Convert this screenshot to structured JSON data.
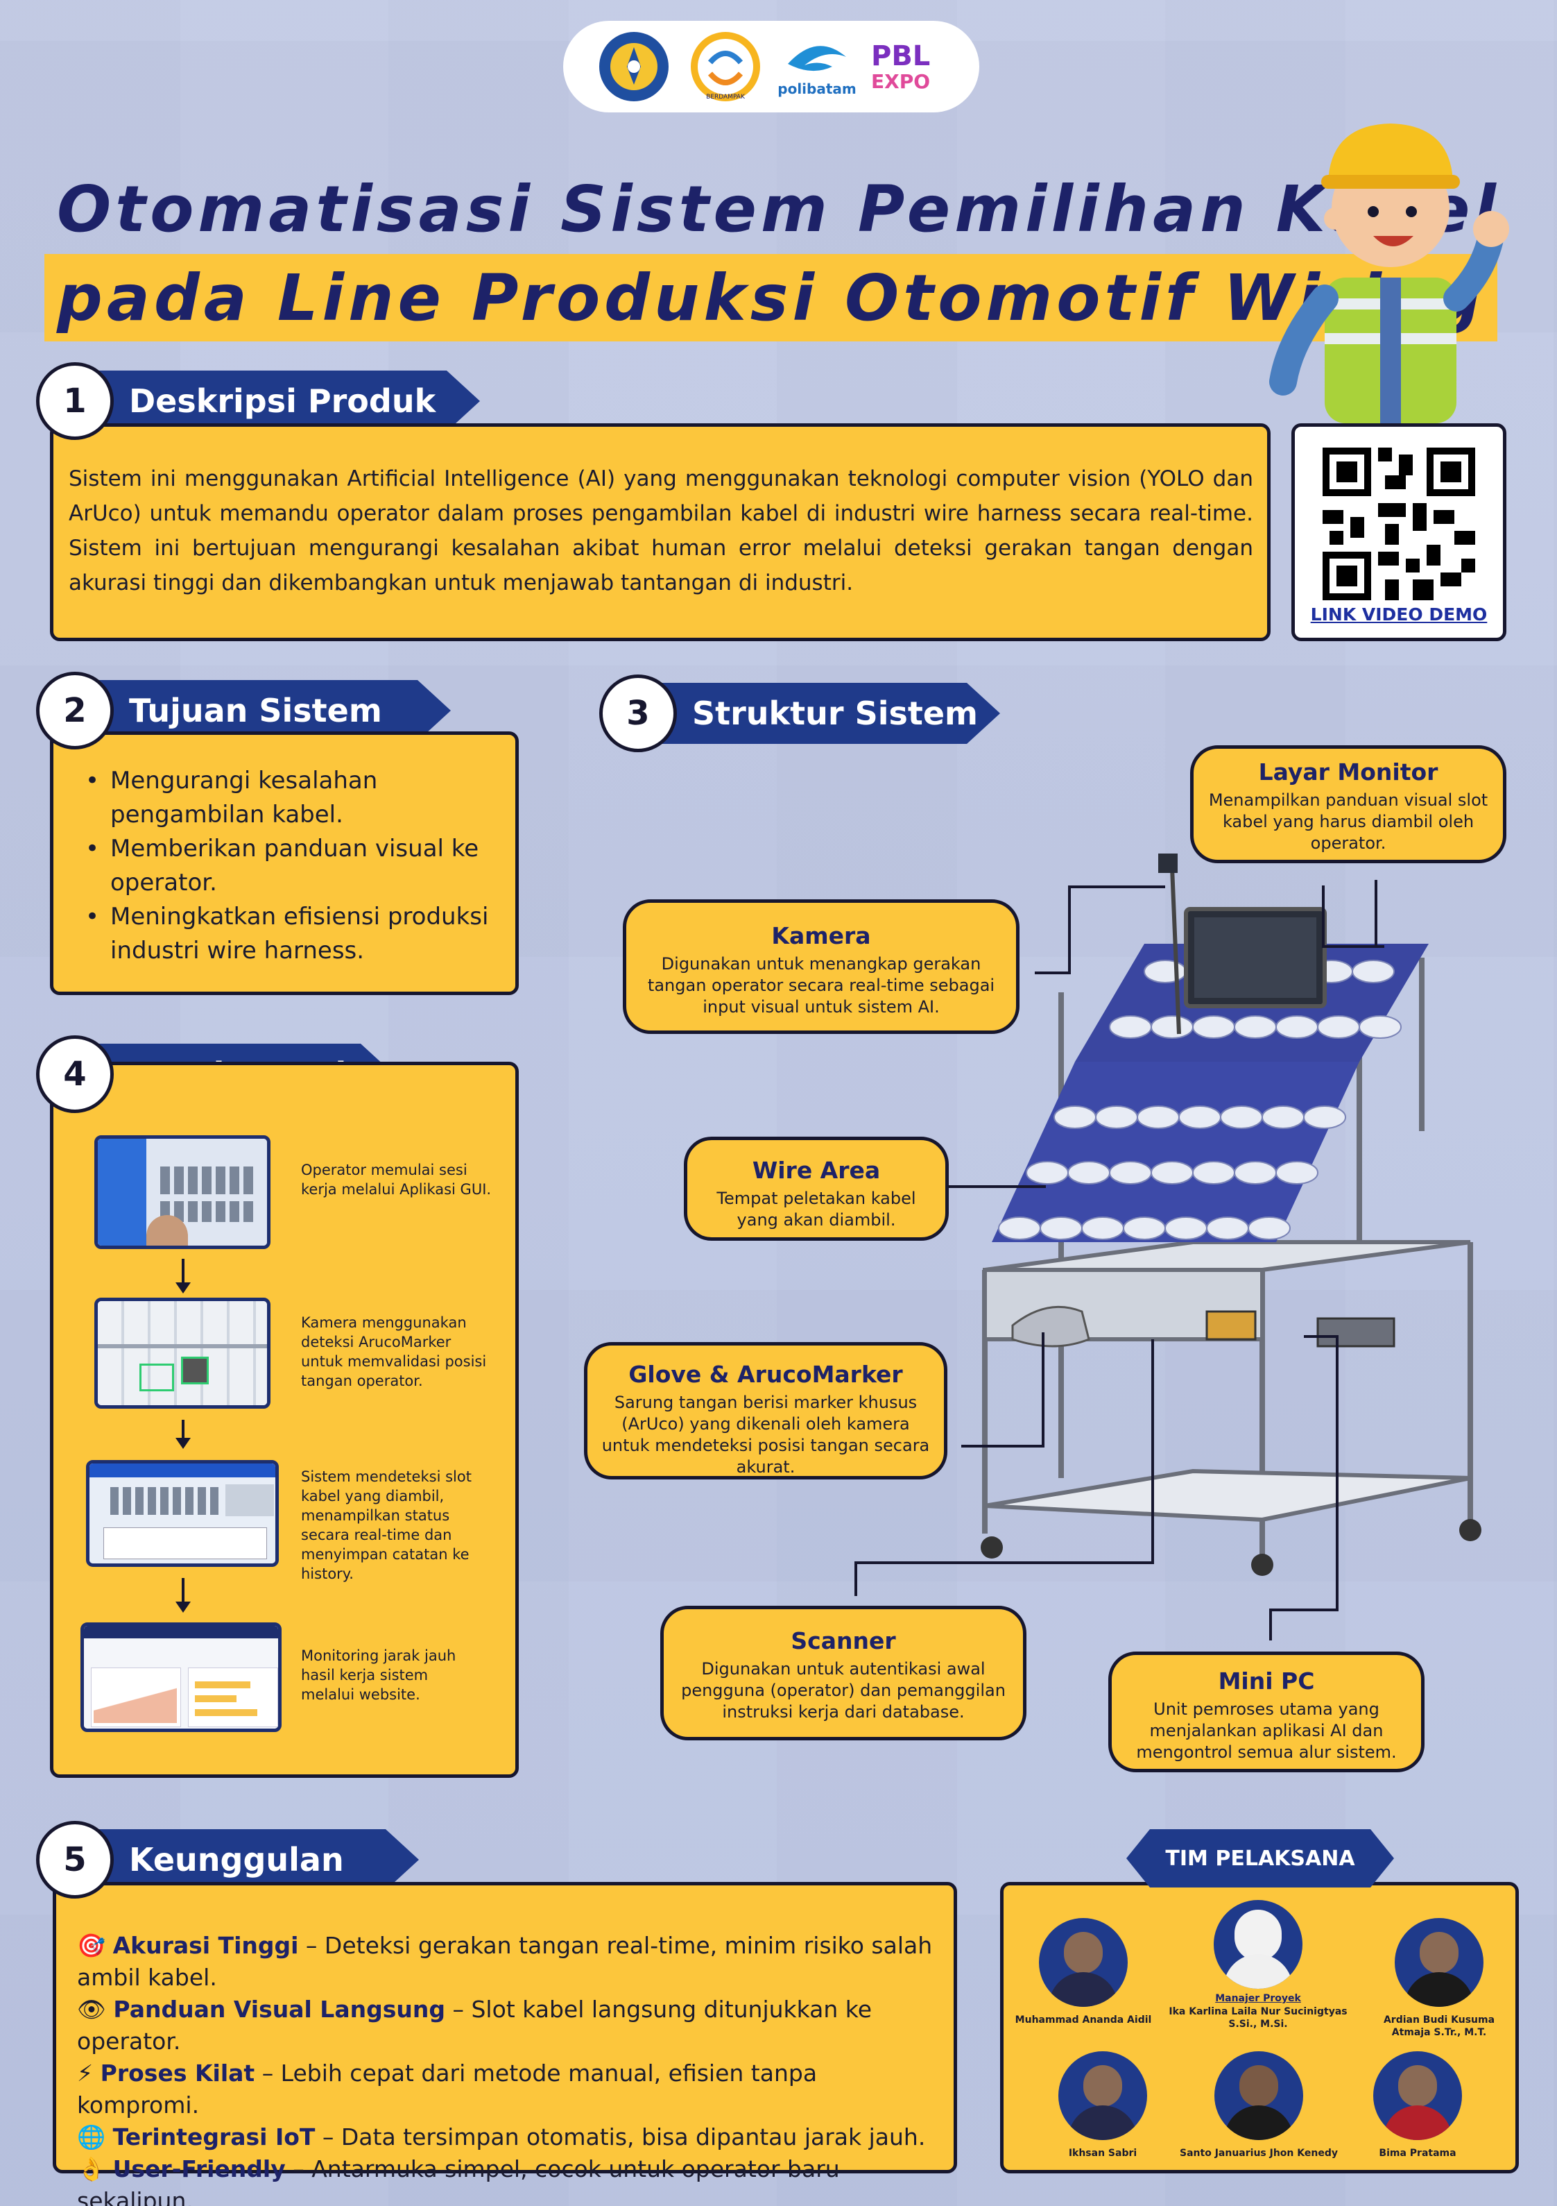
{
  "header": {
    "title_line1": "Otomatisasi Sistem Pemilihan Kabel",
    "title_line2": "pada Line Produksi Otomotif Wiring",
    "logos": [
      "tut-wuri-handayani-logo",
      "diktisaintek-berdampak-logo",
      "polibatam-logo",
      "pbl-expo-logo"
    ],
    "logo_text": {
      "polibatam": "polibatam",
      "diktisaintek": "BERDAMPAK",
      "pbl": "PBL",
      "expo": "EXPO"
    }
  },
  "sections": {
    "s1": {
      "num": "1",
      "title": "Deskripsi Produk"
    },
    "s2": {
      "num": "2",
      "title": "Tujuan Sistem"
    },
    "s3": {
      "num": "3",
      "title": "Struktur Sistem"
    },
    "s4": {
      "num": "4",
      "title": "Alur Kerja"
    },
    "s5": {
      "num": "5",
      "title": "Keunggulan"
    }
  },
  "description": "Sistem ini menggunakan Artificial Intelligence (AI) yang menggunakan teknologi computer vision (YOLO dan ArUco) untuk memandu operator dalam proses pengambilan kabel di industri wire harness secara real-time. Sistem ini bertujuan mengurangi kesalahan akibat human error melalui deteksi gerakan tangan dengan akurasi tinggi dan dikembangkan untuk menjawab tantangan di industri.",
  "qr": {
    "link_label": "LINK VIDEO DEMO"
  },
  "goals": [
    "Mengurangi kesalahan pengambilan kabel.",
    "Memberikan panduan visual ke operator.",
    "Meningkatkan efisiensi produksi industri wire harness."
  ],
  "structure": {
    "monitor": {
      "title": "Layar Monitor",
      "desc": "Menampilkan panduan visual slot kabel yang harus diambil oleh operator."
    },
    "camera": {
      "title": "Kamera",
      "desc": "Digunakan untuk menangkap gerakan tangan operator secara real-time sebagai input visual untuk sistem AI."
    },
    "wire_area": {
      "title": "Wire Area",
      "desc": "Tempat peletakan kabel yang akan diambil."
    },
    "glove": {
      "title": "Glove & ArucoMarker",
      "desc": "Sarung tangan berisi marker khusus (ArUco) yang dikenali oleh kamera untuk mendeteksi posisi tangan secara akurat."
    },
    "scanner": {
      "title": "Scanner",
      "desc": "Digunakan untuk autentikasi awal pengguna (operator) dan pemanggilan instruksi kerja dari database."
    },
    "mini_pc": {
      "title": "Mini PC",
      "desc": "Unit pemroses utama yang menjalankan aplikasi AI dan mengontrol semua alur sistem."
    }
  },
  "workflow": [
    "Operator memulai sesi kerja melalui Aplikasi GUI.",
    "Kamera menggunakan deteksi ArucoMarker untuk memvalidasi posisi tangan operator.",
    "Sistem mendeteksi slot kabel yang diambil, menampilkan status secara real-time dan menyimpan catatan ke history.",
    "Monitoring jarak jauh hasil kerja sistem melalui website."
  ],
  "advantages": [
    {
      "icon": "target-icon",
      "glyph": "🎯",
      "title": "Akurasi Tinggi",
      "text": " – Deteksi gerakan tangan real-time, minim risiko salah ambil kabel."
    },
    {
      "icon": "eye-icon",
      "glyph": "👁",
      "title": "Panduan Visual Langsung",
      "text": " – Slot kabel langsung ditunjukkan ke operator."
    },
    {
      "icon": "lightning-icon",
      "glyph": "⚡",
      "title": "Proses Kilat",
      "text": " – Lebih cepat dari metode manual, efisien tanpa kompromi."
    },
    {
      "icon": "globe-icon",
      "glyph": "🌐",
      "title": "Terintegrasi IoT",
      "text": " – Data tersimpan otomatis, bisa dipantau jarak jauh."
    },
    {
      "icon": "hand-icon",
      "glyph": "👌",
      "title": "User-Friendly",
      "text": " – Antarmuka simpel, cocok untuk operator baru sekalipun."
    }
  ],
  "team": {
    "title": "TIM PELAKSANA",
    "manager_role": "Manajer Proyek",
    "members": [
      {
        "name": "Muhammad Ananda Aidil"
      },
      {
        "name": "Ika Karlina Laila Nur Sucinigtyas S.Si., M.Si."
      },
      {
        "name": "Ardian Budi Kusuma Atmaja S.Tr., M.T."
      },
      {
        "name": "Ikhsan Sabri"
      },
      {
        "name": "Santo Januarius Jhon Kenedy"
      },
      {
        "name": "Bima Pratama"
      }
    ]
  },
  "colors": {
    "yellow": "#fcc63c",
    "navy": "#1d2268",
    "band_blue": "#1f3a8a",
    "outline": "#16162e"
  }
}
